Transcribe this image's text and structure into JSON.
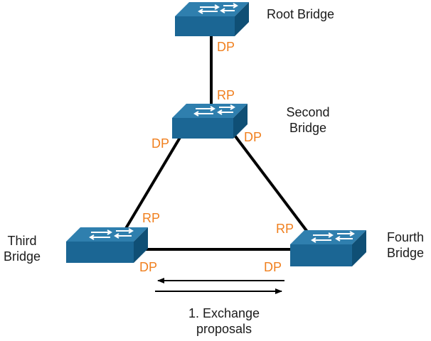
{
  "bridges": {
    "root": {
      "name": "Root Bridge",
      "ports": {
        "bottom": "DP"
      }
    },
    "second": {
      "name_line1": "Second",
      "name_line2": "Bridge",
      "ports": {
        "top": "RP",
        "left": "DP",
        "right": "DP"
      }
    },
    "third": {
      "name_line1": "Third",
      "name_line2": "Bridge",
      "ports": {
        "top": "RP",
        "bottom": "DP"
      }
    },
    "fourth": {
      "name_line1": "Fourth",
      "name_line2": "Bridge",
      "ports": {
        "top": "RP",
        "bottom": "DP"
      }
    }
  },
  "exchange": {
    "line1": "1. Exchange",
    "line2": "proposals"
  },
  "colors": {
    "port_label": "#f07f1e",
    "switch_top": "#2f7fae",
    "switch_front": "#1b6694",
    "switch_side": "#0f4f75",
    "link": "#000000"
  }
}
